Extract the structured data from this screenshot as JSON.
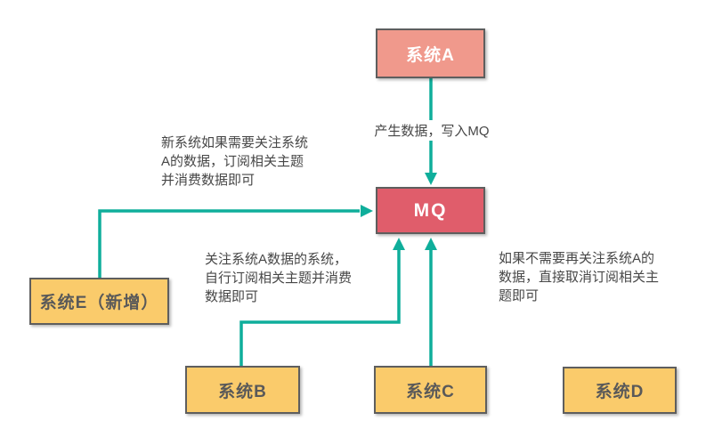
{
  "diagram": {
    "title_implicit": "MQ publish-subscribe architecture diagram",
    "colors": {
      "arrow": "#0fae9b",
      "salmon_fill": "#f0998c",
      "red_fill": "#e05d6b",
      "yellow_fill": "#facb6b",
      "box_border": "#5e5e5e",
      "box_text_dark": "#595959",
      "box_text_light": "#ffffff",
      "annotation_text": "#474747",
      "background": "#ffffff"
    },
    "nodes": {
      "system_a": {
        "label": "系统A"
      },
      "mq": {
        "label": "MQ"
      },
      "system_e": {
        "label": "系统E（新增）"
      },
      "system_b": {
        "label": "系统B"
      },
      "system_c": {
        "label": "系统C"
      },
      "system_d": {
        "label": "系统D"
      }
    },
    "edge_labels": {
      "a_to_mq": "产生数据，写入MQ"
    },
    "annotations": {
      "left": {
        "lines": [
          "新系统如果需要关注系统",
          "A的数据，订阅相关主题",
          "并消费数据即可"
        ]
      },
      "middle": {
        "lines": [
          "关注系统A数据的系统，",
          "自行订阅相关主题并消费",
          "数据即可"
        ]
      },
      "right": {
        "lines": [
          "如果不需要再关注系统A的",
          "数据，直接取消订阅相关主",
          "题即可"
        ]
      }
    }
  }
}
